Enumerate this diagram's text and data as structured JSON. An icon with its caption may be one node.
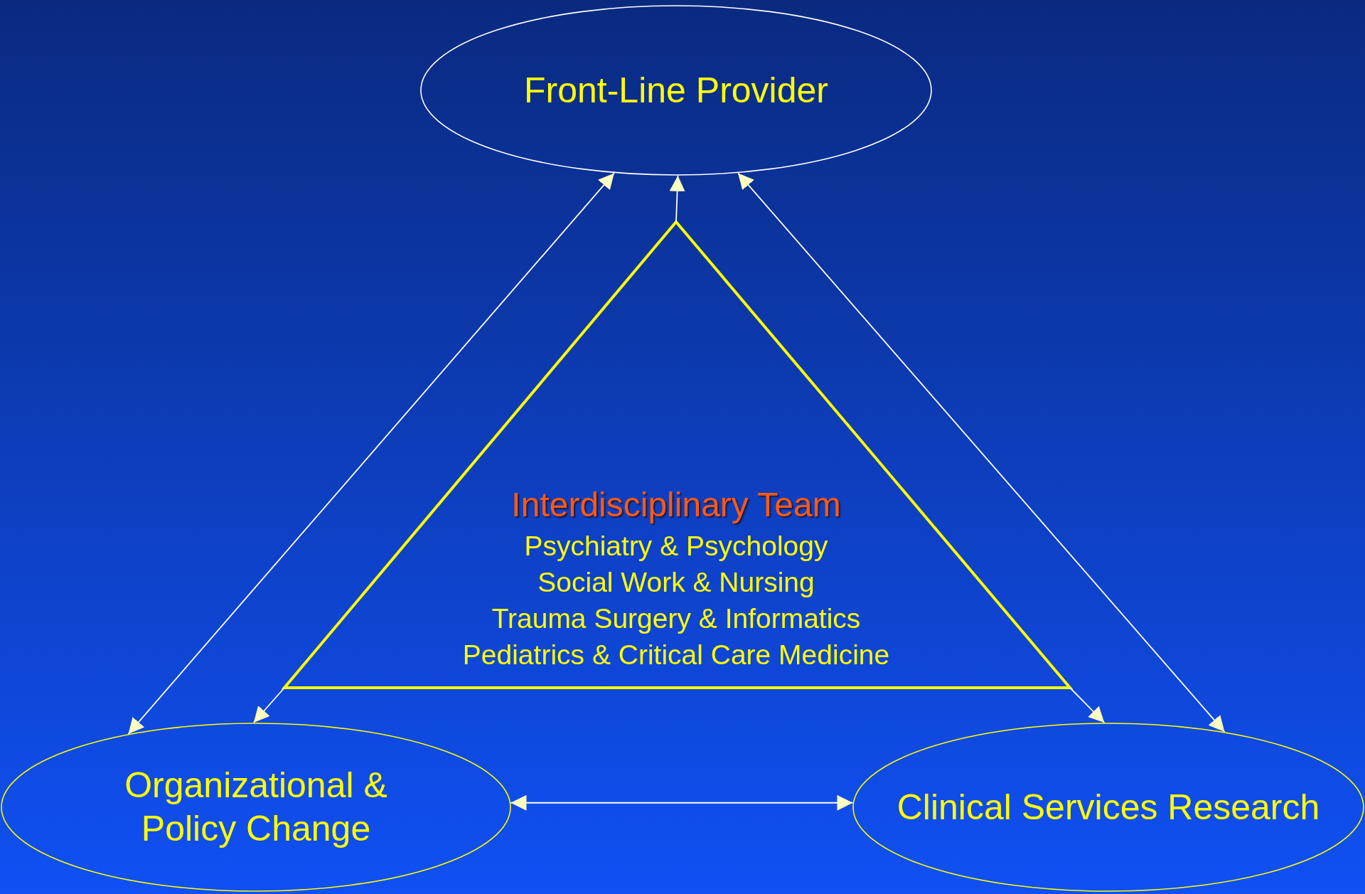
{
  "diagram": {
    "nodes": [
      {
        "text": [
          "Front-Line Provider"
        ]
      },
      {
        "text": [
          "Organizational & Policy Change"
        ]
      },
      {
        "text": [
          "Clinical Services Research"
        ]
      },
      {
        "text": [
          "Interdisciplinary Team",
          "Psychiatry & Psychology",
          "Social Work & Nursing",
          "Trauma Surgery & Informatics",
          "Pediatrics & Critical Care Medicine"
        ]
      }
    ],
    "edges": [
      {
        "from": 0,
        "to": 1,
        "arrow": "both"
      },
      {
        "from": 0,
        "to": 2,
        "arrow": "both"
      },
      {
        "from": 3,
        "to": 0,
        "arrow": "to"
      },
      {
        "from": 3,
        "to": 1,
        "arrow": "to"
      },
      {
        "from": 3,
        "to": 2,
        "arrow": "to"
      },
      {
        "from": 1,
        "to": 2,
        "arrow": "both"
      }
    ]
  }
}
